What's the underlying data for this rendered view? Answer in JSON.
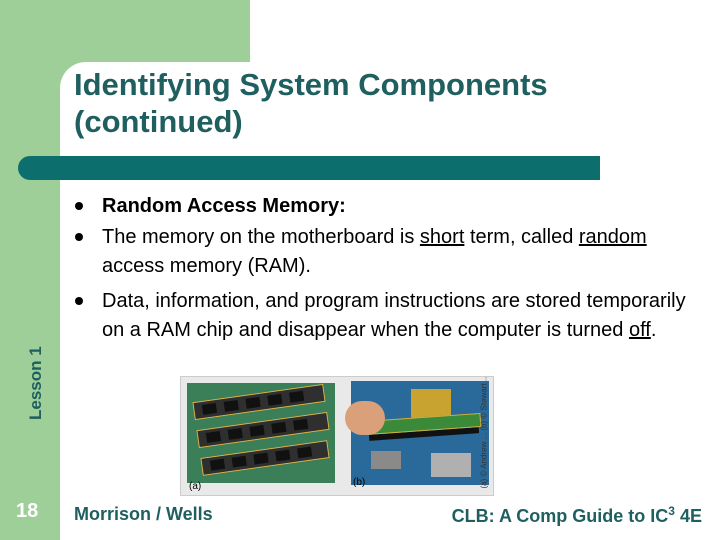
{
  "slide": {
    "title": "Identifying System Components (continued)",
    "lesson_label": "Lesson 1",
    "slide_number": "18",
    "bullets": {
      "b1": "Random Access Memory:",
      "b2_a": "The memory on the motherboard is ",
      "b2_u1": "short",
      "b2_b": " term, called ",
      "b2_u2": "random",
      "b2_c": " access memory (RAM).",
      "b3_a": "Data, information, and program instructions are stored temporarily on a RAM chip and disappear when the computer is turned ",
      "b3_u": "off",
      "b3_b": "."
    },
    "figure": {
      "caption_a": "(a)",
      "caption_b": "(b)",
      "credit": "(a) © Andrew ... (b) © Stewart ..."
    },
    "footer": {
      "left": "Morrison / Wells",
      "right_prefix": "CLB: A Comp Guide to IC",
      "right_sup": "3",
      "right_suffix": " 4E"
    }
  },
  "colors": {
    "green": "#9fcf99",
    "teal": "#0d6e6e",
    "title_text": "#1f5f5f"
  }
}
